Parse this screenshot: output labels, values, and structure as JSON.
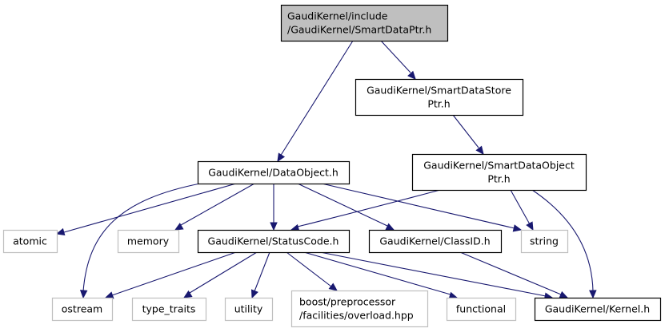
{
  "graph": {
    "type": "include-dependency-graph",
    "edge_color": "#191970",
    "root_fill": "#bfbfbf",
    "external_border": "#bfbfbf",
    "nodes": {
      "root": {
        "lines": [
          "GaudiKernel/include",
          "/GaudiKernel/SmartDataPtr.h"
        ],
        "kind": "root"
      },
      "smartdatastoreptr": {
        "lines": [
          "GaudiKernel/SmartDataStore",
          "Ptr.h"
        ],
        "kind": "internal"
      },
      "smartdataobjectptr": {
        "lines": [
          "GaudiKernel/SmartDataObject",
          "Ptr.h"
        ],
        "kind": "internal"
      },
      "dataobject": {
        "lines": [
          "GaudiKernel/DataObject.h"
        ],
        "kind": "internal"
      },
      "atomic": {
        "lines": [
          "atomic"
        ],
        "kind": "external"
      },
      "memory": {
        "lines": [
          "memory"
        ],
        "kind": "external"
      },
      "statuscode": {
        "lines": [
          "GaudiKernel/StatusCode.h"
        ],
        "kind": "internal"
      },
      "classid": {
        "lines": [
          "GaudiKernel/ClassID.h"
        ],
        "kind": "internal"
      },
      "string": {
        "lines": [
          "string"
        ],
        "kind": "external"
      },
      "ostream": {
        "lines": [
          "ostream"
        ],
        "kind": "external"
      },
      "type_traits": {
        "lines": [
          "type_traits"
        ],
        "kind": "external"
      },
      "utility": {
        "lines": [
          "utility"
        ],
        "kind": "external"
      },
      "overload": {
        "lines": [
          "boost/preprocessor",
          "/facilities/overload.hpp"
        ],
        "kind": "external"
      },
      "functional": {
        "lines": [
          "functional"
        ],
        "kind": "external"
      },
      "kernel": {
        "lines": [
          "GaudiKernel/Kernel.h"
        ],
        "kind": "internal"
      }
    },
    "edges": [
      [
        "root",
        "dataobject"
      ],
      [
        "root",
        "smartdatastoreptr"
      ],
      [
        "smartdatastoreptr",
        "smartdataobjectptr"
      ],
      [
        "smartdataobjectptr",
        "statuscode"
      ],
      [
        "smartdataobjectptr",
        "string"
      ],
      [
        "smartdataobjectptr",
        "kernel"
      ],
      [
        "dataobject",
        "atomic"
      ],
      [
        "dataobject",
        "memory"
      ],
      [
        "dataobject",
        "statuscode"
      ],
      [
        "dataobject",
        "classid"
      ],
      [
        "dataobject",
        "string"
      ],
      [
        "dataobject",
        "ostream"
      ],
      [
        "statuscode",
        "ostream"
      ],
      [
        "statuscode",
        "type_traits"
      ],
      [
        "statuscode",
        "utility"
      ],
      [
        "statuscode",
        "overload"
      ],
      [
        "statuscode",
        "functional"
      ],
      [
        "statuscode",
        "kernel"
      ],
      [
        "classid",
        "kernel"
      ]
    ]
  }
}
